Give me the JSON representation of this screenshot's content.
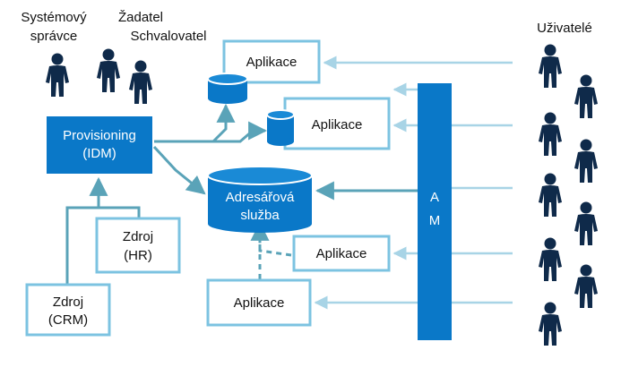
{
  "labels": {
    "sysadmin_line1": "Systémový",
    "sysadmin_line2": "správce",
    "requester": "Žadatel",
    "approver": "Schvalovatel",
    "users": "Uživatelé"
  },
  "nodes": {
    "idm_line1": "Provisioning",
    "idm_line2": "(IDM)",
    "directory_line1": "Adresářová",
    "directory_line2": "služba",
    "am_line1": "A",
    "am_line2": "M",
    "app_top": "Aplikace",
    "app_second": "Aplikace",
    "app_third": "Aplikace",
    "app_bottom": "Aplikace",
    "src_hr_line1": "Zdroj",
    "src_hr_line2": "(HR)",
    "src_crm_line1": "Zdroj",
    "src_crm_line2": "(CRM)"
  },
  "colors": {
    "dark_blue": "#0a78c8",
    "light_blue": "#7cc3e1",
    "connector": "#5aa3b8",
    "person": "#0f2a4a"
  }
}
